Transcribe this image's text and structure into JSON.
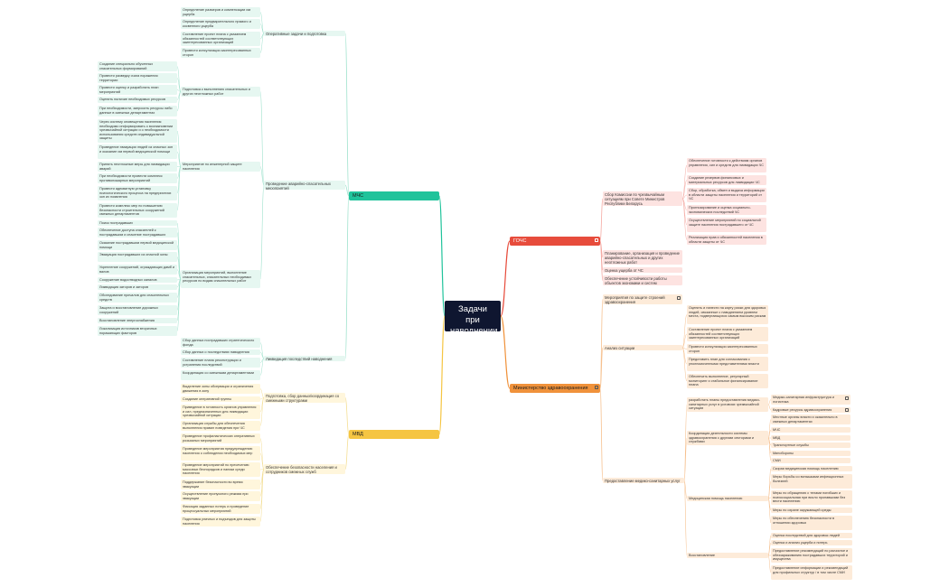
{
  "colors": {
    "root_bg": "#0f1630",
    "mchs": "#20c39b",
    "gochs": "#e74c3c",
    "mvd": "#f5c542",
    "mzd": "#f0923b"
  },
  "root": "Задачи при наводнении",
  "branches": {
    "mchs": {
      "label": "МЧС",
      "groups": [
        {
          "label": "Оперативные задачи и подготовка",
          "items": [
            "Определение размеров и компенсации им ущерба",
            "Определение предварительного прямого и косвенного ущерба",
            "Составление проект плана с указанием обязанностей соответствующих заинтересованных организаций",
            "Провести консультации заинтересованных сторон"
          ]
        },
        {
          "label": "Проведение аварийно-спасательных мероприятий",
          "subgroups": [
            {
              "label": "Подготовка к выполнению спасательных и других неотложных работ",
              "items": [
                "Создание специально обученных спасательных формирований",
                "Провести разведку очага поражения территории",
                "Провести оценку и разработать план мероприятий",
                "Оценить наличие необходимых ресурсов",
                "При необходимости, запросить ресурсы либо данные в смежных департаментах"
              ]
            },
            {
              "label": "Мероприятие по инженерной защите населения",
              "items": [
                "Через систему оповещения населения необходимо информировать о возникновении чрезвычайной ситуации и о необходимости использования средств индивидуальной защиты",
                "Проведение эвакуации людей из опасных зон и оказание им первой медицинской помощи",
                "Принять неотложные меры для ликвидации аварий",
                "При необходимости провести комплекс противопожарных мероприятий",
                "Провести адекватную установку психологического процесса на предприятиях зон их появления",
                "Провести комплекс мер по повышению безопасности строительных сооружений смежных департаментов"
              ]
            },
            {
              "label": "Организация мероприятий, выполнение спасательных, спасательных необходимых ресурсов по видам спасательных работ",
              "items": [
                "Поиск пострадавших",
                "Обеспечение доступа спасателей к пострадавшим и спасение пострадавших",
                "Оказание пострадавшим первой медицинской помощи",
                "Эвакуация пострадавших из опасной зоны",
                "Укрепление сооружений, ограждающих дамб и валов",
                "Сооружение водоотводных каналов",
                "Ликвидация заторов и заторов",
                "Обследование причалов для спасательных средств",
                "Защита и восстановление дорожных сооружений",
                "Восстановление энергоснабжения",
                "Локализация источников вторичных поражающих факторов"
              ]
            }
          ]
        },
        {
          "label": "Ликвидация последствий наводнения",
          "items": [
            "Сбор данных пострадавших стратегического фонда",
            "Сбор данных о последствиях наводнения",
            "Составление плана реконструкции и устранения последствий",
            "Координация со смежными департаментами"
          ]
        }
      ]
    },
    "gochs": {
      "label": "ГОЧС",
      "groups": [
        {
          "label": "Сбор Комиссии по чрезвычайным ситуациям при Совете Министров Республики Беларусь",
          "items": [
            "Обеспечение готовности к действиям органов управления, сил и средств для ликвидации ЧС",
            "Создание резервов финансовых и материальных ресурсов для ликвидации ЧС",
            "Сбор, обработка, обмен и выдача информации в области защиты населения и территорий от ЧС",
            "Прогнозирование и оценка социально-экономических последствий ЧС",
            "Осуществление мероприятий по социальной защите населения пострадавшего от ЧС",
            "Реализация прав и обязанностей населения в области защиты от ЧС"
          ]
        },
        {
          "label": "Планирование, организация и проведение аварийно-спасательных и других неотложных работ",
          "items": []
        },
        {
          "label": "Оценка ущерба от ЧС",
          "items": []
        },
        {
          "label": "Обеспечение устойчивости работы объектов экономики и систем жизнеобеспечения",
          "items": []
        }
      ]
    },
    "mvd": {
      "label": "МВД",
      "groups": [
        {
          "label": "Подготовка, сбор данных/координация со смежными структурами",
          "items": [
            "Выделение зоны обсервации и ограничения движения в зону",
            "Создание оперативной группы",
            "Приведение в готовность органов управления и сил, предназначенных для ликвидации чрезвычайной ситуации",
            "Организация службы для обеспечения выполнения правил поведения при ЧС"
          ]
        },
        {
          "label": "Обеспечение безопасности населения и сотрудников смежных служб",
          "items": [
            "Проведение профилактических оперативных розыскных мероприятий",
            "Проведение мероприятия предупреждению населения о соблюдении необходимых мер",
            "Проведение мероприятий по пресечению массовых беспорядков и паники среди населения",
            "Поддержание безопасности во время эвакуации",
            "Осуществление пропускного режима при эвакуации",
            "Фиксация заданных потерь и проведение процессуальных мероприятий",
            "Подготовка уличных и подъездов для защиты населения"
          ]
        }
      ]
    },
    "mzd": {
      "label": "Министерство здравоохранения",
      "groups": [
        {
          "label": "Мероприятия по защите строений здравоохранения",
          "items": []
        },
        {
          "label": "Анализ ситуации",
          "items": [
            "Оценить и нанести на карту риски для здоровья людей, связанные с наводнением уровнем места, подвергающихся самым высоким рискам",
            "Составление проект плана с указанием обязанностей соответствующих заинтересованных организаций",
            "Провести консультации заинтересованных сторон",
            "Представить план для согласования с уполномоченными представителями власти",
            "Обеспечить выполнение, регулярный мониторинг и стабильное финансирование плана"
          ]
        },
        {
          "label": "Предоставление медико-санитарных услуг",
          "subgroups": [
            {
              "label": "разработать планы предоставления медико-санитарных услуг в условиях чрезвычайной ситуации",
              "items": [
                "Медико-санитарная инфраструктура и логистика",
                "Кадровые ресурсы здравоохранения"
              ]
            },
            {
              "label": "Координация деятельности системы здравоохранения с другими секторами и службами",
              "items": [
                "Местные органы власти и оказательно в смежных департаментах",
                "МЧС",
                "МВД",
                "Транспортные службы",
                "Минобороны",
                "СМИ"
              ]
            },
            {
              "label": "Медицинская помощь населению",
              "items": [
                "Скорая медицинская помощь населению",
                "Меры борьбы со вспышками инфекционных болезней",
                "Меры по обращению с телами погибших и психосоциальная при висло пропавшими без вести населению",
                "Меры по охране окружающей среды",
                "Меры по обеспечению безопасности в отношении здоровья"
              ]
            },
            {
              "label": "Восстановление",
              "items": [
                "Оценка последствий для здоровья людей",
                "Оценка и анализ ущерба и потерь",
                "Предоставление рекомендаций по расчистке и обеззараживанию пострадавших территорий и имущества",
                "Предоставление информации и рекомендаций для профильных структур / в том числе СМИ"
              ]
            }
          ]
        }
      ]
    }
  }
}
